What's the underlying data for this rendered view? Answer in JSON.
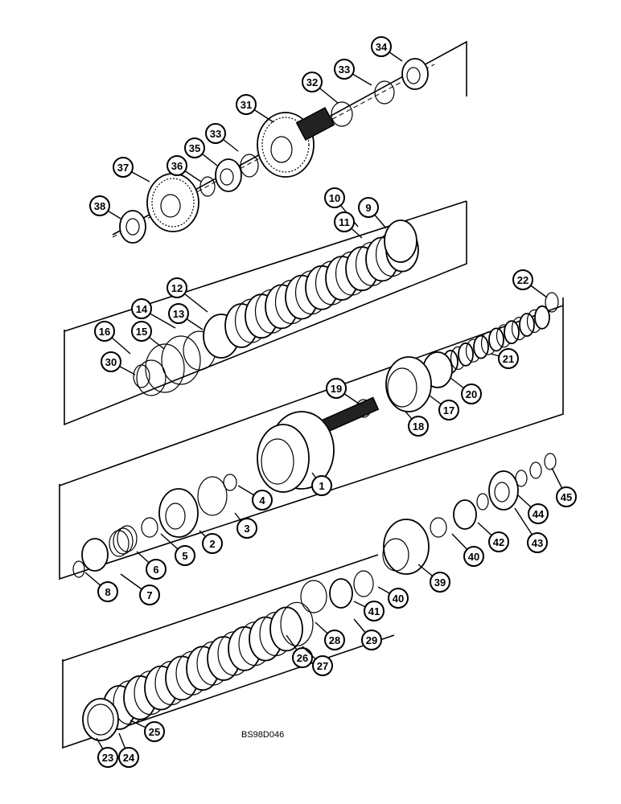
{
  "figure_code": "BS98D046",
  "callouts": [
    {
      "id": "1",
      "n": "1"
    },
    {
      "id": "2",
      "n": "2"
    },
    {
      "id": "3",
      "n": "3"
    },
    {
      "id": "4",
      "n": "4"
    },
    {
      "id": "5",
      "n": "5"
    },
    {
      "id": "6",
      "n": "6"
    },
    {
      "id": "7",
      "n": "7"
    },
    {
      "id": "8",
      "n": "8"
    },
    {
      "id": "9",
      "n": "9"
    },
    {
      "id": "10",
      "n": "10"
    },
    {
      "id": "11",
      "n": "11"
    },
    {
      "id": "12",
      "n": "12"
    },
    {
      "id": "13",
      "n": "13"
    },
    {
      "id": "14",
      "n": "14"
    },
    {
      "id": "15",
      "n": "15"
    },
    {
      "id": "16",
      "n": "16"
    },
    {
      "id": "17",
      "n": "17"
    },
    {
      "id": "18",
      "n": "18"
    },
    {
      "id": "19",
      "n": "19"
    },
    {
      "id": "20",
      "n": "20"
    },
    {
      "id": "21",
      "n": "21"
    },
    {
      "id": "22",
      "n": "22"
    },
    {
      "id": "23",
      "n": "23"
    },
    {
      "id": "24",
      "n": "24"
    },
    {
      "id": "25",
      "n": "25"
    },
    {
      "id": "26",
      "n": "26"
    },
    {
      "id": "27",
      "n": "27"
    },
    {
      "id": "28",
      "n": "28"
    },
    {
      "id": "29",
      "n": "29"
    },
    {
      "id": "30",
      "n": "30"
    },
    {
      "id": "31",
      "n": "31"
    },
    {
      "id": "32",
      "n": "32"
    },
    {
      "id": "33a",
      "n": "33"
    },
    {
      "id": "33b",
      "n": "33"
    },
    {
      "id": "34",
      "n": "34"
    },
    {
      "id": "35",
      "n": "35"
    },
    {
      "id": "36",
      "n": "36"
    },
    {
      "id": "37",
      "n": "37"
    },
    {
      "id": "38",
      "n": "38"
    },
    {
      "id": "39",
      "n": "39"
    },
    {
      "id": "40a",
      "n": "40"
    },
    {
      "id": "40b",
      "n": "40"
    },
    {
      "id": "41",
      "n": "41"
    },
    {
      "id": "42",
      "n": "42"
    },
    {
      "id": "43",
      "n": "43"
    },
    {
      "id": "44",
      "n": "44"
    },
    {
      "id": "45",
      "n": "45"
    }
  ]
}
